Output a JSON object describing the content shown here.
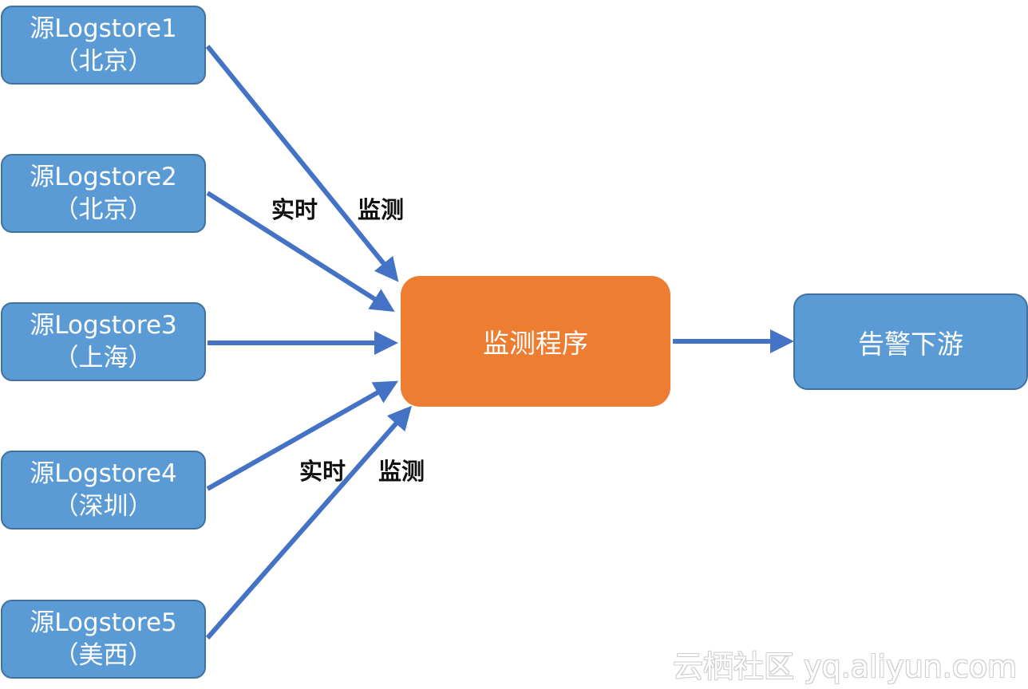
{
  "sources": [
    {
      "name": "源Logstore1",
      "region": "（北京）"
    },
    {
      "name": "源Logstore2",
      "region": "（北京）"
    },
    {
      "name": "源Logstore3",
      "region": "（上海）"
    },
    {
      "name": "源Logstore4",
      "region": "（深圳）"
    },
    {
      "name": "源Logstore5",
      "region": "（美西）"
    }
  ],
  "monitor": {
    "label": "监测程序"
  },
  "alert": {
    "label": "告警下游"
  },
  "annotations": {
    "top": {
      "word1": "实时",
      "word2": "监测"
    },
    "bottom": {
      "word1": "实时",
      "word2": "监测"
    }
  },
  "watermark": "云栖社区 yq.aliyun.com",
  "colors": {
    "source_fill": "#5b9bd5",
    "source_border": "#41719c",
    "monitor_fill": "#ed7d31",
    "arrow": "#4472c4"
  }
}
